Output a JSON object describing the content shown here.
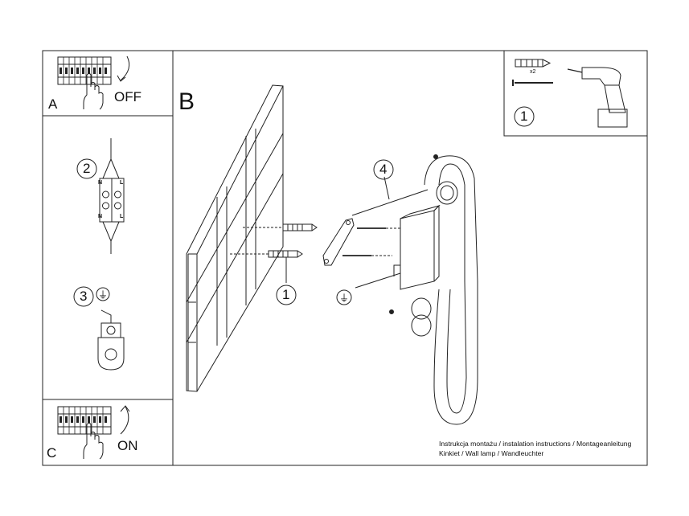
{
  "panels": {
    "a": {
      "letter": "A",
      "action": "OFF"
    },
    "b": {
      "letter": "B"
    },
    "c": {
      "letter": "C",
      "action": "ON"
    }
  },
  "steps": {
    "tools": {
      "number": "1",
      "plug_count": "x2"
    },
    "wiring": {
      "number": "2",
      "terminal_n": "N",
      "terminal_l": "L"
    },
    "ground": {
      "number": "3",
      "symbol": "⏚"
    },
    "mount_screws": {
      "number": "1"
    },
    "fixture": {
      "number": "4"
    },
    "ground_note": {
      "symbol": "⏚"
    }
  },
  "caption": {
    "line1": "Instrukcja montażu / instalation instructions / Montageanleitung",
    "line2": "Kinkiet / Wall lamp / Wandleuchter"
  }
}
